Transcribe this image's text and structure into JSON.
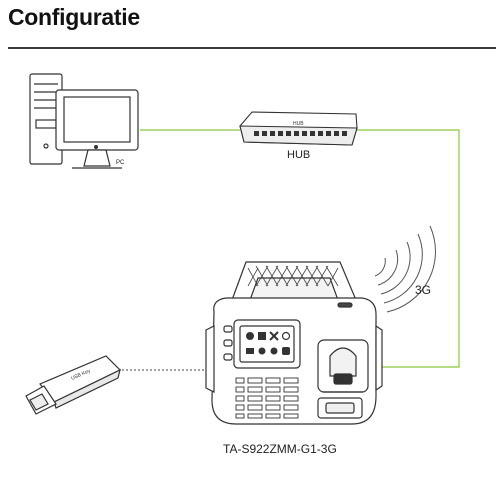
{
  "title": "Configuratie",
  "labels": {
    "pc": "PC",
    "hub": "HUB",
    "hub_box_text": "HUB",
    "signal": "3G",
    "device": "TA-S922ZMM-G1-3G",
    "usb": "USB Key"
  },
  "colors": {
    "connection_line": "#8cc63f",
    "usb_line": "#444444",
    "outline": "#333333",
    "title_rule": "#3a3a3a"
  }
}
